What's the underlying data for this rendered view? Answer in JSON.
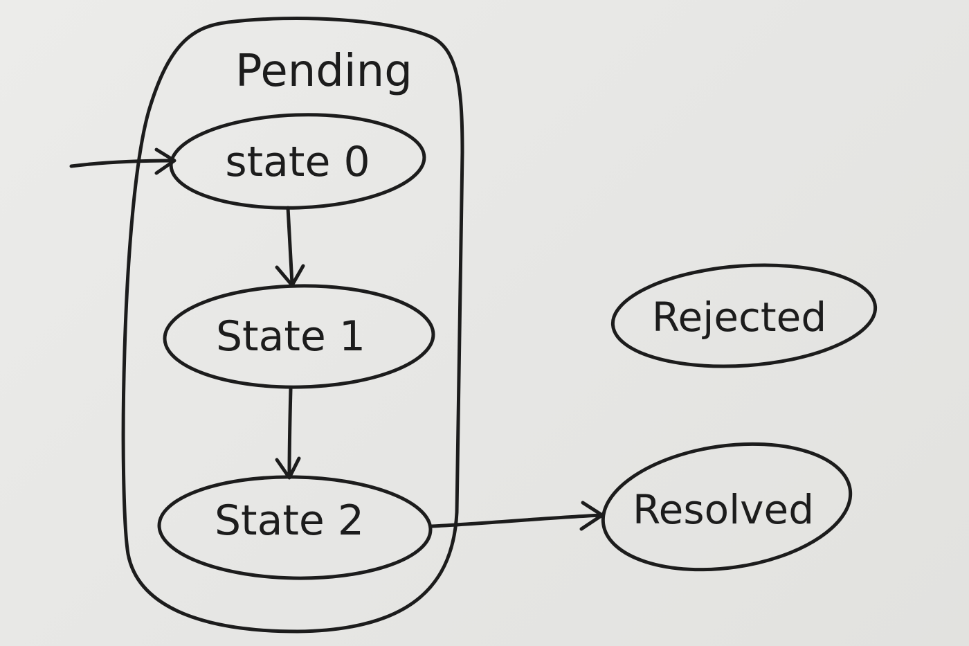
{
  "diagram": {
    "group": {
      "label": "Pending"
    },
    "states": [
      {
        "id": "state0",
        "label": "state 0"
      },
      {
        "id": "state1",
        "label": "State 1"
      },
      {
        "id": "state2",
        "label": "State 2"
      },
      {
        "id": "rejected",
        "label": "Rejected"
      },
      {
        "id": "resolved",
        "label": "Resolved"
      }
    ],
    "edges": [
      {
        "from": null,
        "to": "state0"
      },
      {
        "from": "state0",
        "to": "state1"
      },
      {
        "from": "state1",
        "to": "state2"
      },
      {
        "from": "state2",
        "to": "resolved"
      }
    ],
    "colors": {
      "ink": "#1c1c1c",
      "paper": "#e9e9e7"
    }
  }
}
